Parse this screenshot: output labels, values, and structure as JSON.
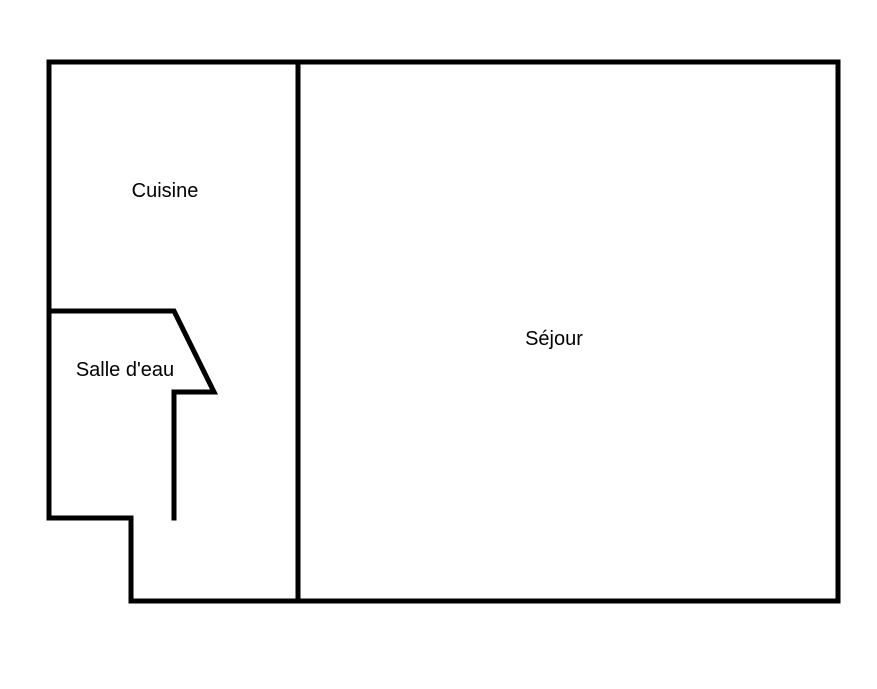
{
  "floorplan": {
    "rooms": [
      {
        "id": "cuisine",
        "label": "Cuisine"
      },
      {
        "id": "salle-deau",
        "label": "Salle d'eau"
      },
      {
        "id": "sejour",
        "label": "Séjour"
      }
    ],
    "colors": {
      "wall": "#000000",
      "background": "#ffffff"
    }
  }
}
